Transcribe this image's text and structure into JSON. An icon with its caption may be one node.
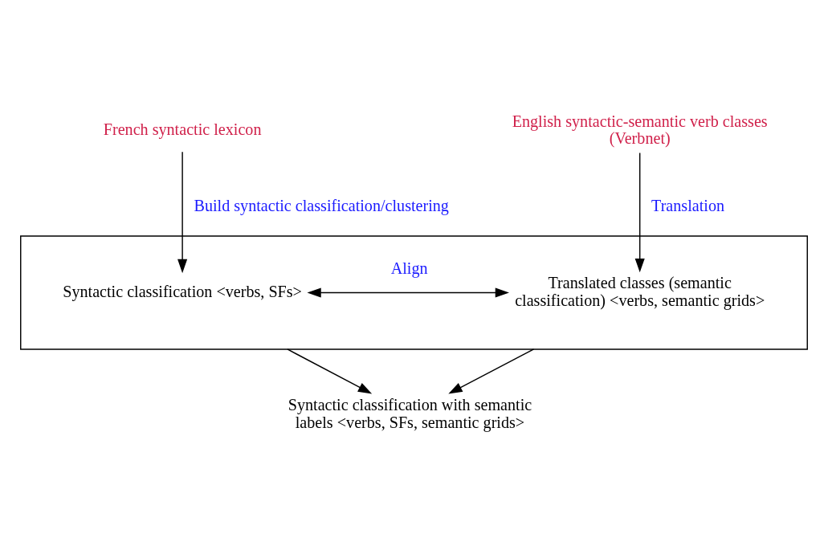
{
  "diagram": {
    "nodes": [
      {
        "text": [
          "French syntactic lexicon"
        ]
      },
      {
        "text": [
          "English syntactic-semantic verb classes (Verbnet)"
        ]
      },
      {
        "text": [],
        "shape": "box"
      },
      {
        "text": [
          "Syntactic classification <verbs, SFs>"
        ],
        "in": 2
      },
      {
        "text": [
          "Translated classes (semantic classification) <verbs, semantic grids>"
        ],
        "in": 2
      },
      {
        "text": [
          "Syntactic classification with semantic labels <verbs, SFs, semantic grids>"
        ]
      }
    ],
    "edges": [
      {
        "from": 0,
        "to": 3,
        "arrow": "to",
        "label": "Build syntactic classification/clustering"
      },
      {
        "from": 1,
        "to": 4,
        "arrow": "to",
        "label": "Translation"
      },
      {
        "from": 3,
        "to": 4,
        "arrow": "both",
        "label": "Align"
      },
      {
        "from": 2,
        "to": 5,
        "arrow": "to"
      },
      {
        "from": 2,
        "to": 5,
        "arrow": "to"
      }
    ]
  }
}
